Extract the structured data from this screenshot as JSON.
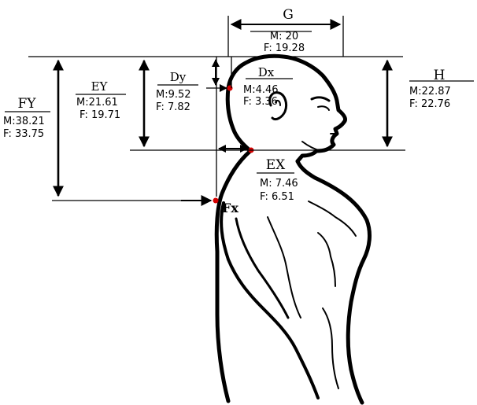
{
  "measurements": {
    "G": {
      "label": "G",
      "male": "M: 20",
      "female": "F: 19.28"
    },
    "H": {
      "label": "H",
      "male": "M:22.87",
      "female": "F: 22.76"
    },
    "FY": {
      "label": "FY",
      "male": "M:38.21",
      "female": "F: 33.75"
    },
    "EY": {
      "label": "EY",
      "male": "M:21.61",
      "female": "F: 19.71"
    },
    "Dy": {
      "label": "Dy",
      "male": "M:9.52",
      "female": "F: 7.82"
    },
    "Dx": {
      "label": "Dx",
      "male": "M:4.46",
      "female": "F: 3.36"
    },
    "EX": {
      "label": "EX",
      "male": "M: 7.46",
      "female": "F: 6.51"
    },
    "Fx": {
      "label": "Fx"
    }
  },
  "colors": {
    "ink": "#000000",
    "landmark": "#d40000",
    "background": "#ffffff"
  }
}
